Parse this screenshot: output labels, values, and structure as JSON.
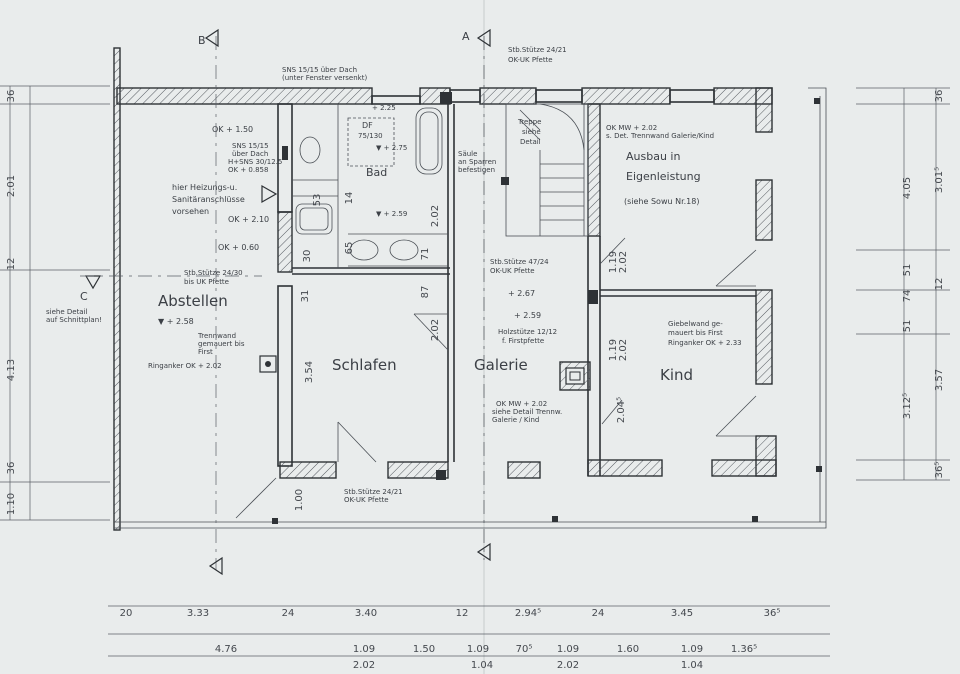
{
  "rooms": {
    "abstellen": "Abstellen",
    "schlafen": "Schlafen",
    "galerie": "Galerie",
    "kind": "Kind",
    "bad": "Bad",
    "ausbau1": "Ausbau in",
    "ausbau2": "Eigenleistung",
    "ausbau3": "(siehe Sowu Nr.18)"
  },
  "notes": {
    "sns_dach1": "SNS 15/15 über Dach",
    "sns_dach2": "(unter Fenster versenkt)",
    "stb_top": "Stb.Stütze 24/21",
    "stb_top2": "OK-UK Pfette",
    "ok150": "OK + 1.50",
    "ok210": "OK + 2.10",
    "ok060": "OK + 0.60",
    "sns2_1": "SNS 15/15",
    "sns2_2": "über Dach",
    "sns2_3": "H+SNS 30/12.5",
    "sns2_4": "OK + 0.858",
    "heiz1": "hier Heizungs-u.",
    "heiz2": "Sanitäranschlüsse",
    "heiz3": "vorsehen",
    "stb_left1": "Stb.Stütze 24/30",
    "stb_left2": "bis UK Pfette",
    "detail1": "siehe Detail",
    "detail2": "auf Schnittplan!",
    "abst_level": "▼ + 2.58",
    "trenn1": "Trennwand",
    "trenn2": "gemauert bis",
    "trenn3": "First",
    "ring1": "Ringanker OK + 2.02",
    "treppe1": "Treppe",
    "treppe2": "siehe",
    "treppe3": "Detail",
    "saeule1": "Säule",
    "saeule2": "an Sparren",
    "saeule3": "befestigen",
    "okmw1": "OK MW + 2.02",
    "okmw2": "s. Det. Trennwand Galerie/Kind",
    "stb_mid1": "Stb.Stütze 47/24",
    "stb_mid2": "OK-UK Pfette",
    "lvl267": "+ 2.67",
    "lvl259": "+ 2.59",
    "holz1": "Holzstütze 12/12",
    "holz2": "f. Firstpfette",
    "giebel1": "Giebelwand ge-",
    "giebel2": "mauert bis First",
    "giebel3": "Ringanker OK + 2.33",
    "okmw3": "OK MW + 2.02",
    "okmw4": "siehe Detail Trennw.",
    "okmw5": "Galerie / Kind",
    "stb_bot1": "Stb.Stütze 24/21",
    "stb_bot2": "OK-UK Pfette",
    "bad_lvl": "▼ + 2.75",
    "bad_df": "DF",
    "bad_df2": "75/130",
    "lvl259b": "▼ + 2.59",
    "h225": "+ 2.25"
  },
  "sections": {
    "a": "A",
    "b": "B",
    "c": "C"
  },
  "dims_bottom1": [
    "20",
    "3.33",
    "24",
    "3.40",
    "12",
    "2.94⁵",
    "24",
    "3.45",
    "36⁵"
  ],
  "dims_bottom2": [
    "4.76",
    "1.09",
    "1.50",
    "1.09",
    "70⁵",
    "1.09",
    "1.60",
    "1.09",
    "1.36⁵"
  ],
  "dims_bottom3": [
    "2.02",
    "1.04",
    "2.02",
    "1.04"
  ],
  "dims_left": [
    "36",
    "2.01",
    "12",
    "4.13",
    "36",
    "1.10"
  ],
  "dims_right_outer": [
    "36",
    "3.01⁵",
    "12",
    "3.57",
    "36⁵"
  ],
  "dims_right_inner": [
    "4.05",
    "51",
    "74",
    "51",
    "3.12⁵"
  ],
  "dims_inner": [
    "1.19",
    "2.02",
    "1.19",
    "2.02",
    "2.04⁵",
    "3.54",
    "2.02",
    "2.02",
    "14",
    "87",
    "1.00",
    "71",
    "53",
    "31",
    "30",
    "65"
  ]
}
